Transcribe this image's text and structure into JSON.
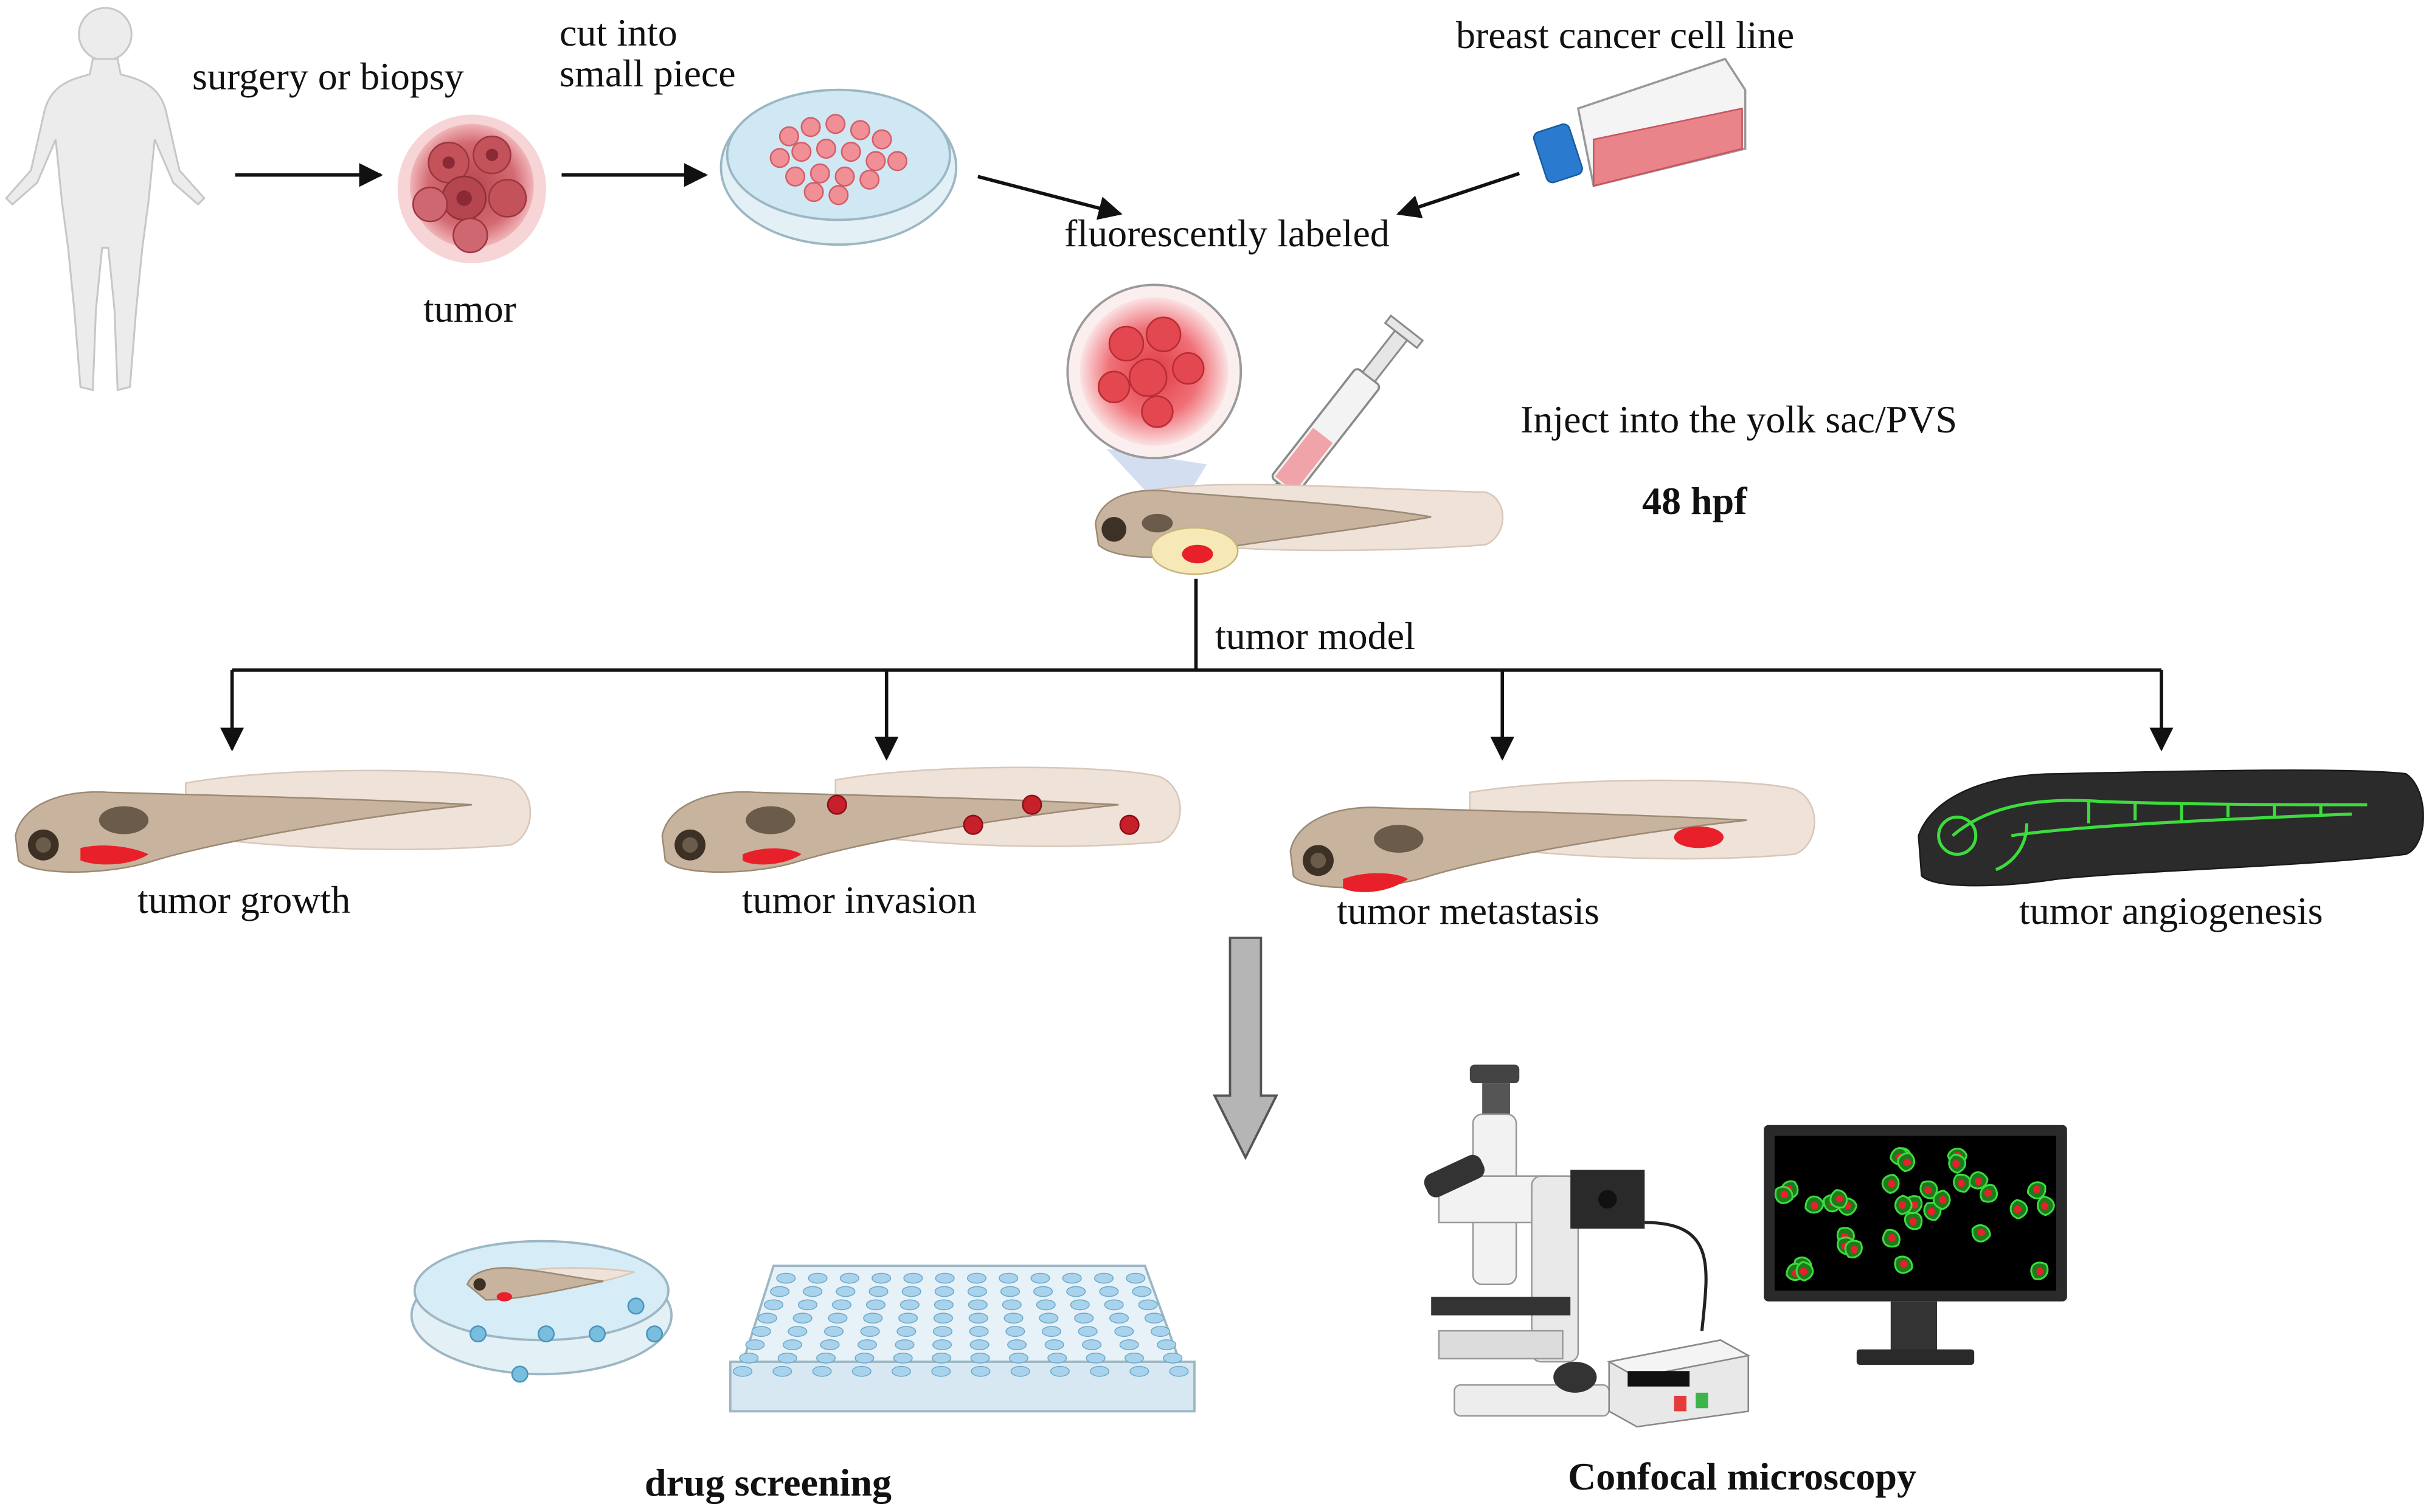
{
  "labels": {
    "surgery": "surgery or biopsy",
    "tumor": "tumor",
    "cut": "cut into\nsmall piece",
    "cell_line": "breast cancer cell line",
    "fluorescent": "fluorescently labeled",
    "inject": "Inject  into  the yolk sac/PVS",
    "hpf": "48 hpf",
    "tumor_model": "tumor model",
    "growth": "tumor growth",
    "invasion": "tumor invasion",
    "metastasis": "tumor metastasis",
    "angiogenesis": "tumor angiogenesis",
    "drug": "drug screening",
    "confocal": "Confocal microscopy"
  },
  "colors": {
    "tumor_red": "#e8202a",
    "tumor_pink": "#d9737a",
    "fish_body": "#c8b49e",
    "fish_fin": "#efe2d8",
    "yolk": "#f7e8b8",
    "angio_green": "#3ddc3d",
    "dish_blue": "#cfe8f3",
    "well_blue": "#a9d3ec",
    "arrow": "#111111",
    "block_arrow": "#b5b5b5"
  },
  "icons": [
    "human-silhouette-icon",
    "tumor-cluster-icon",
    "petri-dish-icon",
    "cell-culture-flask-icon",
    "magnified-tumor-icon",
    "syringe-icon",
    "zebrafish-larva-icon",
    "microscope-icon",
    "monitor-icon",
    "well-plate-icon"
  ]
}
